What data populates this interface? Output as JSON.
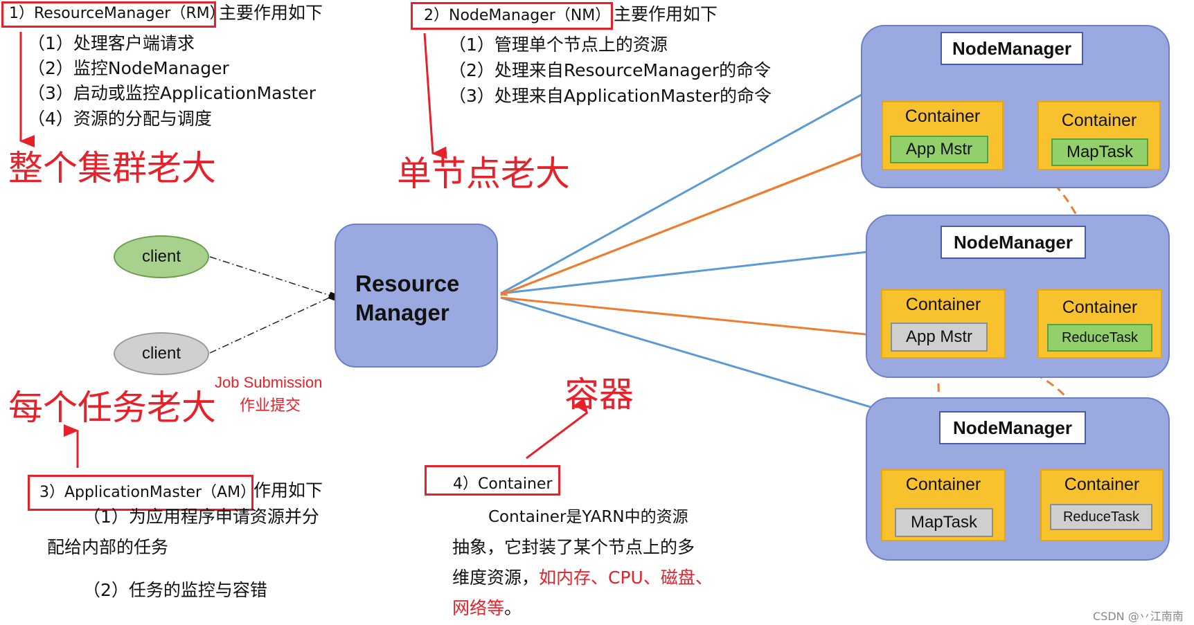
{
  "rm_section": {
    "heading_box": "1）ResourceManager（RM）",
    "heading_suffix": "主要作用如下",
    "items": [
      "（1）处理客户端请求",
      "（2）监控NodeManager",
      "（3）启动或监控ApplicationMaster",
      "（4）资源的分配与调度"
    ],
    "callout": "整个集群老大"
  },
  "nm_section": {
    "heading_box": "2）NodeManager（NM）",
    "heading_suffix": "主要作用如下",
    "items": [
      "（1）管理单个节点上的资源",
      "（2）处理来自ResourceManager的命令",
      "（3）处理来自ApplicationMaster的命令"
    ],
    "callout": "单节点老大"
  },
  "am_section": {
    "heading_box": "3）ApplicationMaster（AM）",
    "heading_suffix": "作用如下",
    "item1_line1": "（1）为应用程序申请资源并分",
    "item1_line2": "配给内部的任务",
    "item2": "（2）任务的监控与容错",
    "callout": "每个任务老大"
  },
  "container_section": {
    "heading_box": "4）Container",
    "callout": "容器",
    "desc_line1": "Container是YARN中的资源",
    "desc_line2": "抽象，它封装了某个节点上的多",
    "desc_line3_plain": "维度资源，",
    "desc_line3_red": "如内存、CPU、磁盘、",
    "desc_line4_red": "网络等",
    "desc_line4_plain": "。"
  },
  "job_submission": {
    "en": "Job Submission",
    "zh": "作业提交"
  },
  "clients": [
    "client",
    "client"
  ],
  "resource_manager": {
    "line1": "Resource",
    "line2": "Manager"
  },
  "nodes": [
    {
      "title": "NodeManager",
      "containers": [
        {
          "label": "Container",
          "task": "App Mstr"
        },
        {
          "label": "Container",
          "task": "MapTask"
        }
      ]
    },
    {
      "title": "NodeManager",
      "containers": [
        {
          "label": "Container",
          "task": "App Mstr"
        },
        {
          "label": "Container",
          "task": "ReduceTask"
        }
      ]
    },
    {
      "title": "NodeManager",
      "containers": [
        {
          "label": "Container",
          "task": "MapTask"
        },
        {
          "label": "Container",
          "task": "ReduceTask"
        }
      ]
    }
  ],
  "watermark": "CSDN @丷江南南",
  "colors": {
    "red_annotation": "#e8202a",
    "blue_arrow": "#5b9bd5",
    "orange_arrow": "#ed7d31",
    "node_fill": "#9aa9e0",
    "container_fill": "#f8c12e",
    "task_green": "#92d06c",
    "task_gray": "#cfcfcf",
    "client_green": "#a9d18e"
  }
}
